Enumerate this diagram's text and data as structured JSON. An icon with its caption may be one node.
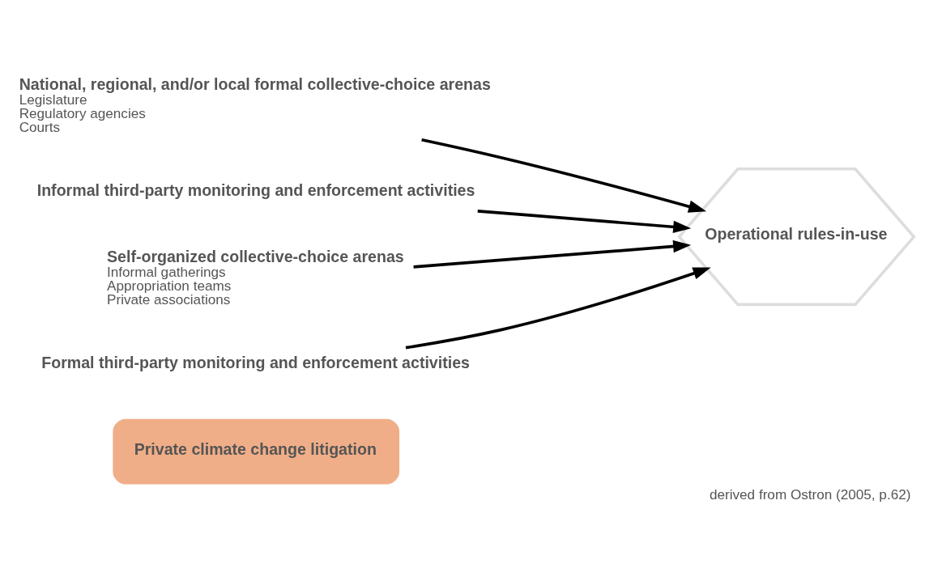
{
  "diagram": {
    "caption": "derived from Ostron (2005, p.62)",
    "nodes": [
      {
        "text": [
          "Private climate change litigation"
        ]
      },
      {
        "text": [
          "National, regional, and/or local formal collective-choice arenas",
          "Legislature",
          "Regulatory agencies",
          "Courts"
        ]
      },
      {
        "text": [
          "Informal third-party monitoring and enforcement activities"
        ]
      },
      {
        "text": [
          "Operational rules-in-use"
        ]
      },
      {
        "text": [
          "Self-organized collective-choice arenas",
          "Informal gatherings",
          "Appropriation teams",
          "Private associations"
        ]
      },
      {
        "text": [
          "Formal third-party monitoring and enforcement activities"
        ]
      }
    ],
    "edges": [
      {
        "from": 1,
        "to": 3,
        "arrow": "to"
      },
      {
        "from": 4,
        "to": 3,
        "arrow": "to"
      },
      {
        "from": 2,
        "to": 3,
        "arrow": "to"
      },
      {
        "from": 5,
        "to": 3,
        "arrow": "to"
      }
    ]
  }
}
